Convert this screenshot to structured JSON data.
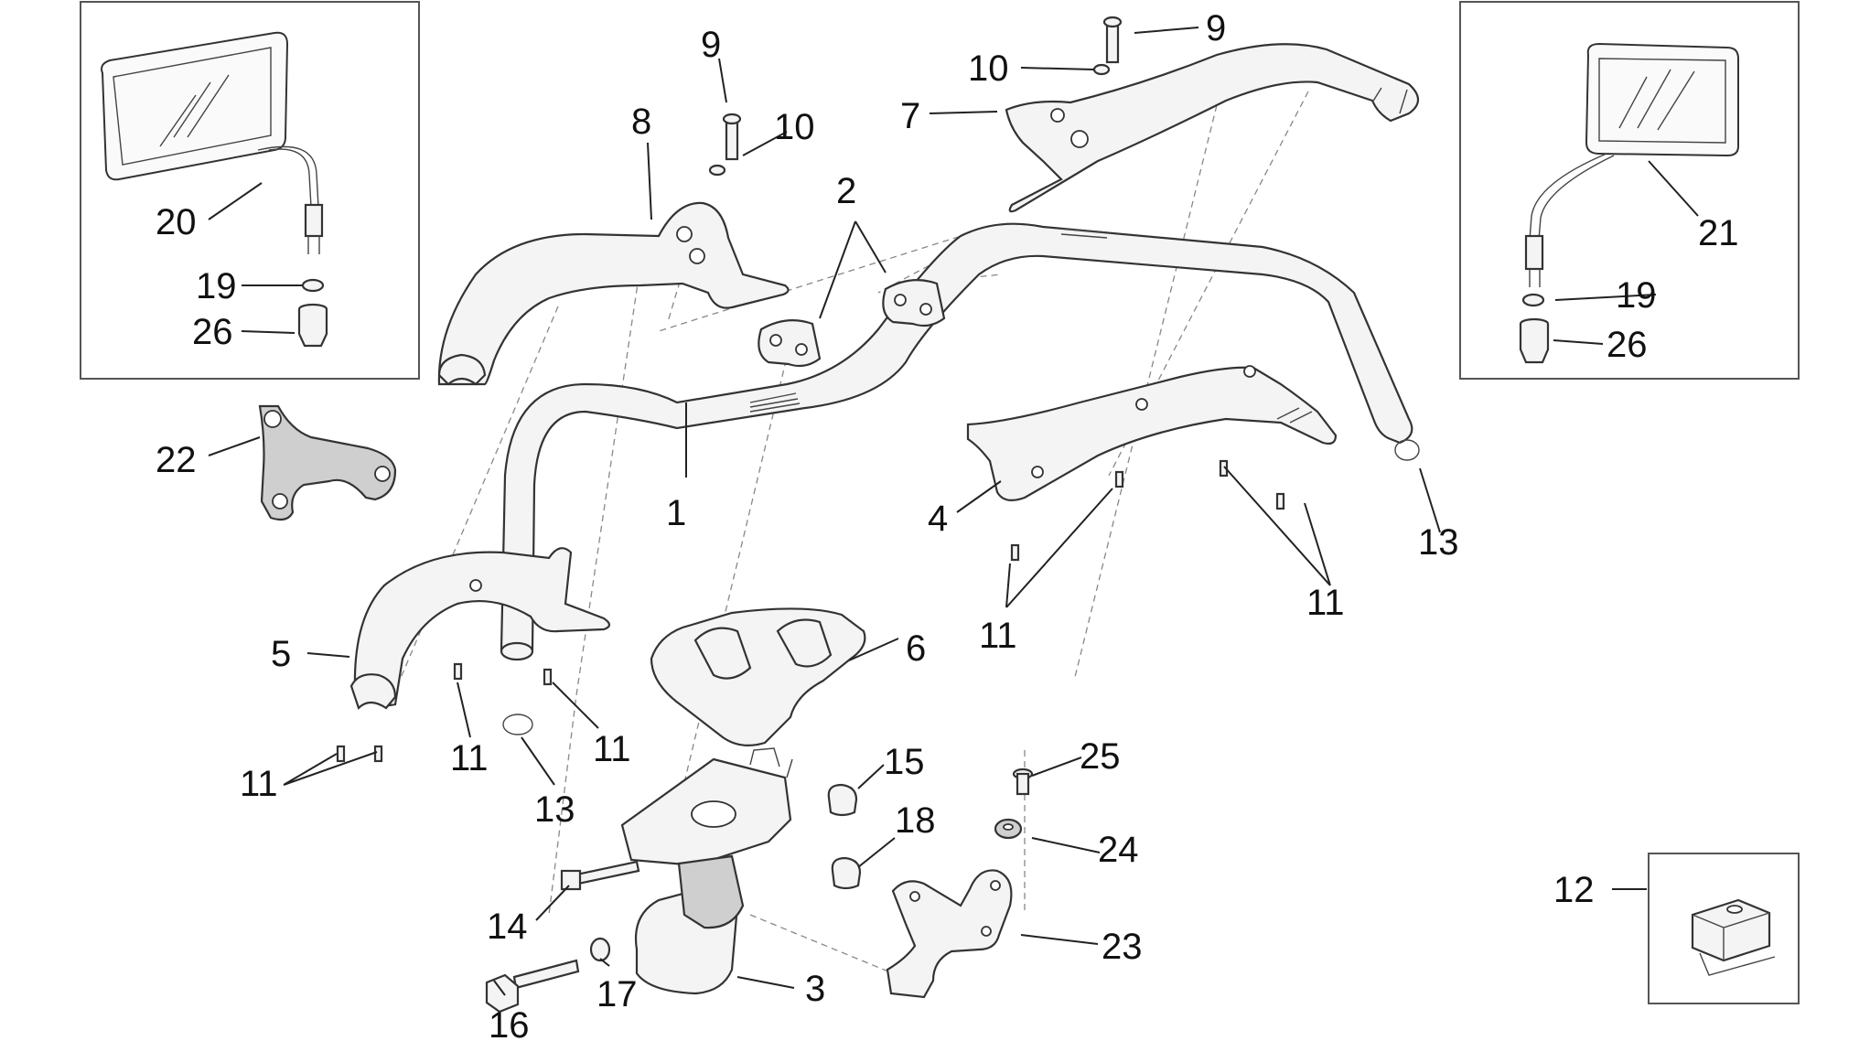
{
  "diagram": {
    "labels": {
      "l1": "1",
      "l2": "2",
      "l3": "3",
      "l4": "4",
      "l5": "5",
      "l6": "6",
      "l7": "7",
      "l8": "8",
      "l9a": "9",
      "l9b": "9",
      "l10a": "10",
      "l10b": "10",
      "l11a": "11",
      "l11b": "11",
      "l11c": "11",
      "l11d": "11",
      "l11e": "11",
      "l12": "12",
      "l13a": "13",
      "l13b": "13",
      "l14": "14",
      "l15": "15",
      "l16": "16",
      "l17": "17",
      "l18": "18",
      "l19a": "19",
      "l19b": "19",
      "l20": "20",
      "l21": "21",
      "l22": "22",
      "l23": "23",
      "l24": "24",
      "l25": "25",
      "l26a": "26",
      "l26b": "26"
    },
    "colors": {
      "line": "#333333",
      "fill": "#f4f4f4",
      "shade": "#cfcfcf"
    }
  }
}
